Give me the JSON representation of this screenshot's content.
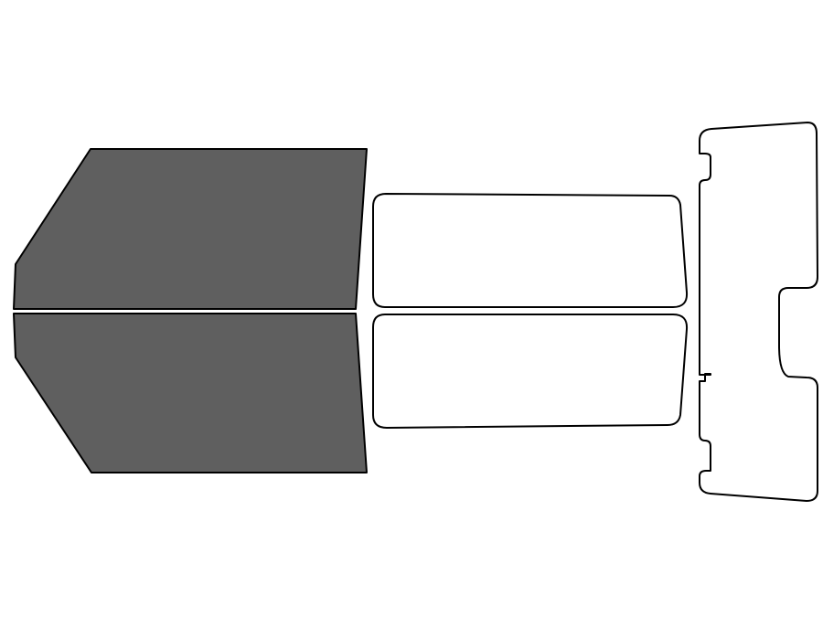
{
  "colors": {
    "background": "#ffffff",
    "filled_panel": "#5f5f5f",
    "empty_panel": "#ffffff",
    "outline": "#000000"
  },
  "panels": [
    {
      "name": "front-left-door-window",
      "state": "filled"
    },
    {
      "name": "front-right-door-window",
      "state": "filled"
    },
    {
      "name": "rear-left-side-window",
      "state": "empty"
    },
    {
      "name": "rear-right-side-window",
      "state": "empty"
    },
    {
      "name": "rear-window",
      "state": "empty"
    }
  ]
}
